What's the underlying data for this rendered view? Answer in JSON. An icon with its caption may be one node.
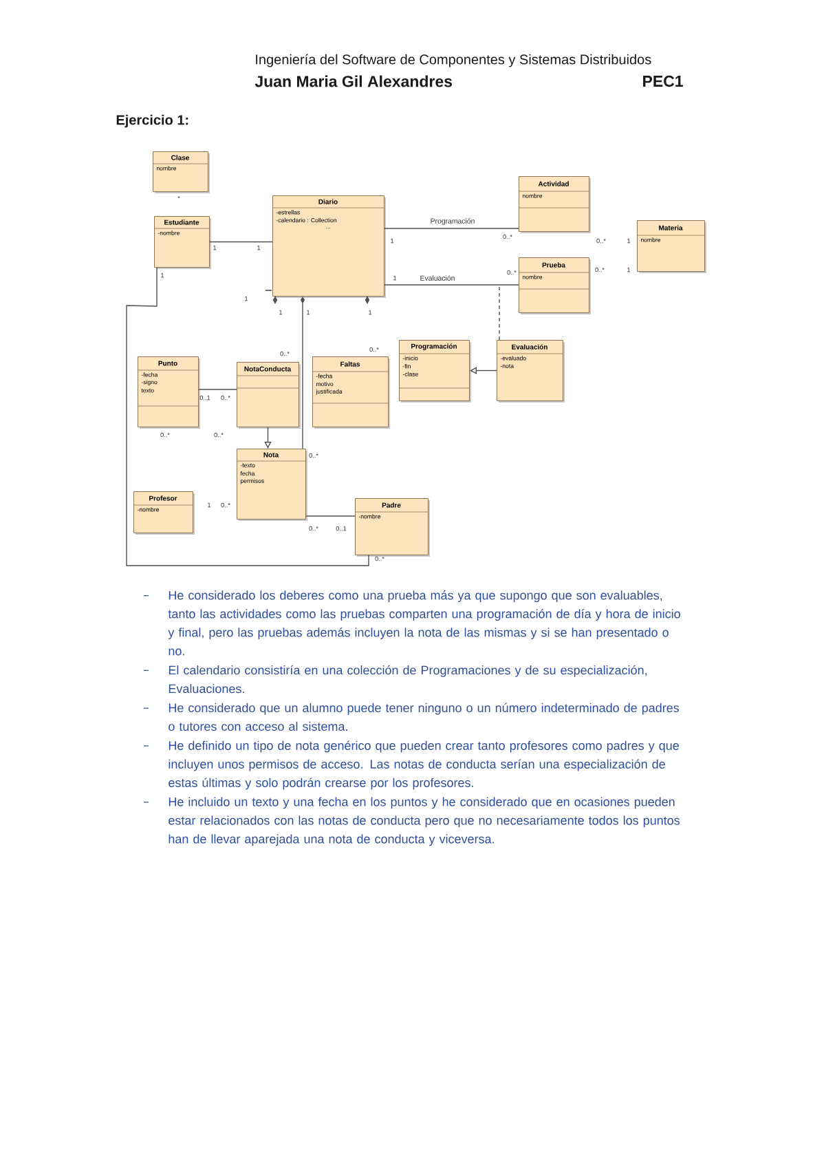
{
  "diagram": {
    "title": "Ejercicio 1:",
    "nodes": [
      {
        "text": [
          "Clase",
          "nombre"
        ]
      },
      {
        "text": [
          "Estudiante",
          "-nombre"
        ]
      },
      {
        "text": [
          "Diario",
          "-estrellas",
          "-calendario : Collection",
          "..."
        ]
      },
      {
        "text": [
          "Actividad",
          "nombre"
        ]
      },
      {
        "text": [
          "Materia",
          "nombre"
        ]
      },
      {
        "text": [
          "Prueba",
          "nombre"
        ]
      },
      {
        "text": [
          "Punto",
          "-fecha",
          "-signo",
          "texto"
        ]
      },
      {
        "text": [
          "NotaConducta"
        ]
      },
      {
        "text": [
          "Faltas",
          "-fecha",
          "motivo",
          "justificada"
        ]
      },
      {
        "text": [
          "Programación",
          "-inicio",
          "-fin",
          "-clase"
        ]
      },
      {
        "text": [
          "Evaluación",
          "-evaluado",
          "-nota"
        ]
      },
      {
        "text": [
          "Nota",
          "-texto",
          "fecha",
          "permisos"
        ]
      },
      {
        "text": [
          "Profesor",
          "-nombre"
        ]
      },
      {
        "text": [
          "Padre",
          "-nombre"
        ]
      }
    ],
    "edges": [
      {
        "from": 1,
        "to": 2,
        "arrow": "none"
      },
      {
        "from": 2,
        "to": 3,
        "arrow": "none",
        "label": "Programación"
      },
      {
        "from": 2,
        "to": 5,
        "arrow": "none",
        "label": "Evaluación"
      },
      {
        "from": 10,
        "to": null,
        "arrow": "none",
        "style": "dashed"
      },
      {
        "from": 10,
        "to": 9,
        "arrow": "to"
      },
      {
        "from": 1,
        "to": 13,
        "arrow": "none"
      },
      {
        "from": 6,
        "to": 7,
        "arrow": "none"
      },
      {
        "from": 7,
        "to": 11,
        "arrow": "to"
      },
      {
        "from": 2,
        "to": 11,
        "arrow": "other"
      },
      {
        "from": 11,
        "to": 13,
        "arrow": "none"
      }
    ],
    "labels": [
      "Ingeniería del Software de Componentes y Sistemas Distribuidos",
      "Juan Maria Gil Alexandres",
      "PEC1",
      "*",
      "1",
      "1",
      "1",
      "0..*",
      "0..*",
      "1",
      "1",
      "1",
      "0..*",
      "0..*",
      "1",
      "1",
      "1",
      "1",
      "1",
      "0..*",
      "0..*",
      "0..1",
      "0..*",
      "0..*",
      "0..*",
      "0..*",
      "1",
      "0..*",
      "0..*",
      "0..1",
      "0..*",
      "He considerado los deberes como una prueba más ya que supongo que son evaluables, tanto las actividades como las pruebas comparten una programación de día y hora de inicio y final, pero las pruebas además incluyen la nota de las mismas y si se han presentado o no.",
      "El calendario consistiría en una colección de Programaciones y de su especialización, Evaluaciones.",
      "He considerado que un alumno puede tener ninguno o un número indeterminado de padres o tutores con acceso al sistema.",
      "He definido un tipo de nota genérico que pueden crear tanto profesores como padres y que incluyen unos permisos de acceso. Las notas de conducta serían una especialización de estas últimas y solo podrán crearse por los profesores.",
      "He incluido un texto y una fecha en los puntos y he considerado que en ocasiones pueden estar relacionados con las notas de conducta pero que no necesariamente todos los puntos han de llevar aparejada una nota de conducta y viceversa."
    ]
  }
}
